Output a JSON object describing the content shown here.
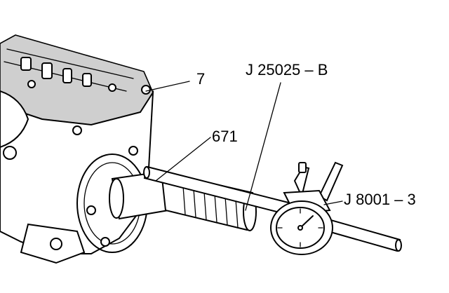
{
  "callouts": {
    "housing": "7",
    "shaft": "671",
    "adapter_tool": "J 25025 – B",
    "dial_indicator": "J 8001 – 3"
  }
}
